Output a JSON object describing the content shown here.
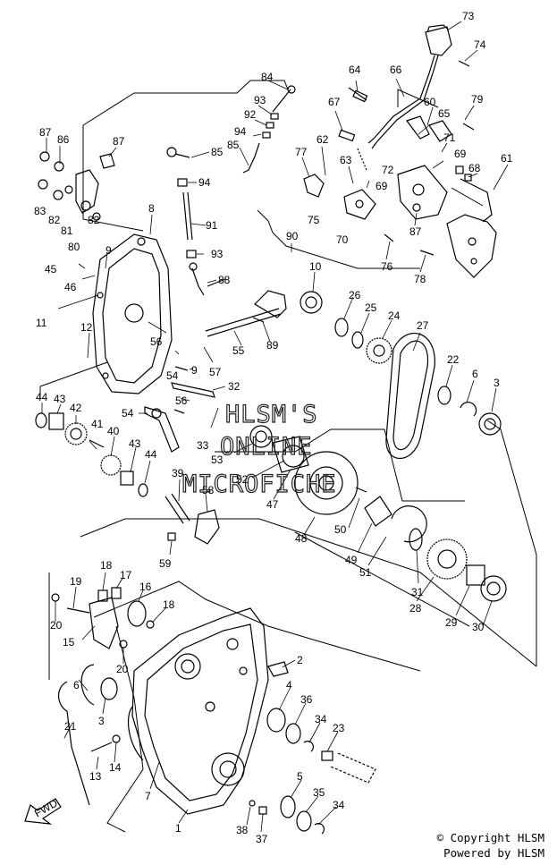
{
  "diagram": {
    "type": "exploded parts diagram",
    "part_numbers": [
      "1",
      "2",
      "3",
      "3",
      "4",
      "5",
      "6",
      "6",
      "7",
      "8",
      "9",
      "9",
      "10",
      "11",
      "12",
      "13",
      "14",
      "15",
      "16",
      "17",
      "18",
      "18",
      "19",
      "20",
      "20",
      "21",
      "22",
      "23",
      "24",
      "25",
      "26",
      "27",
      "28",
      "29",
      "30",
      "31",
      "32",
      "33",
      "34",
      "34",
      "35",
      "36",
      "37",
      "38",
      "39",
      "40",
      "41",
      "42",
      "43",
      "43",
      "44",
      "44",
      "45",
      "46",
      "47",
      "48",
      "49",
      "50",
      "51",
      "52",
      "53",
      "54",
      "54",
      "55",
      "56",
      "56",
      "57",
      "58",
      "59",
      "60",
      "61",
      "62",
      "63",
      "64",
      "65",
      "66",
      "67",
      "68",
      "69",
      "69",
      "70",
      "71",
      "72",
      "73",
      "74",
      "75",
      "76",
      "77",
      "78",
      "79",
      "80",
      "81",
      "82",
      "82",
      "83",
      "84",
      "85",
      "85",
      "86",
      "87",
      "87",
      "87",
      "88",
      "89",
      "90",
      "91",
      "92",
      "93",
      "93",
      "94",
      "94"
    ],
    "fwd_arrow_label": "FWD"
  },
  "watermark": {
    "line1": "HLSM'S",
    "line2": "ONLINE",
    "line3": "MICROFICHE"
  },
  "footer": {
    "copyright": "© Copyright HLSM",
    "powered_by": "Powered by HLSM"
  }
}
